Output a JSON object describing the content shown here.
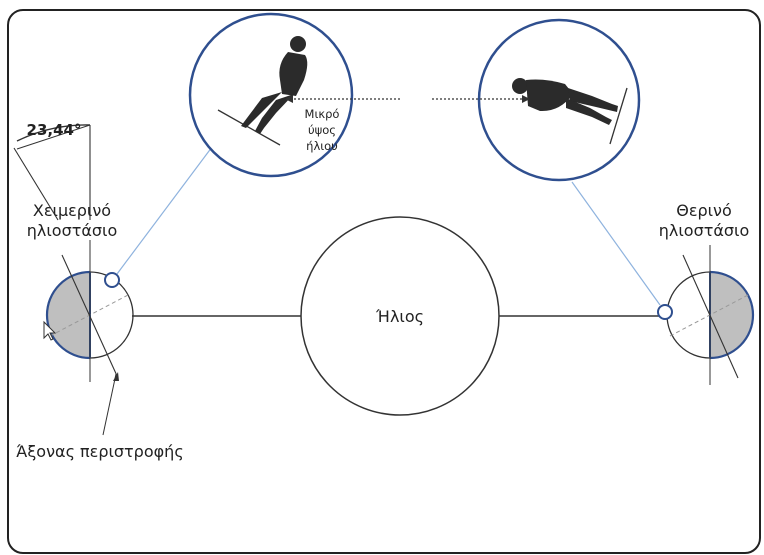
{
  "labels": {
    "winter_solstice_line1": "Χειμερινό",
    "winter_solstice_line2": "ηλιοστάσιο",
    "summer_solstice_line1": "Θερινό",
    "summer_solstice_line2": "ηλιοστάσιο",
    "sun": "Ήλιος",
    "rotation_axis": "Άξονας περιστροφής",
    "tilt_angle": "23,44°",
    "low_sun_line1": "Μικρό",
    "low_sun_line2": "ύψος",
    "low_sun_line3": "ήλιου"
  },
  "colors": {
    "frame": "#222222",
    "night_side": "#bfbfbf",
    "highlight_circle": "#2f4f8f",
    "connector": "#8fb3de",
    "lines": "#333333",
    "silhouette": "#2b2b2b"
  },
  "icons": {
    "person_winter": "standing-person-silhouette-icon",
    "person_summer": "standing-person-silhouette-icon",
    "cursor": "mouse-pointer-icon"
  }
}
